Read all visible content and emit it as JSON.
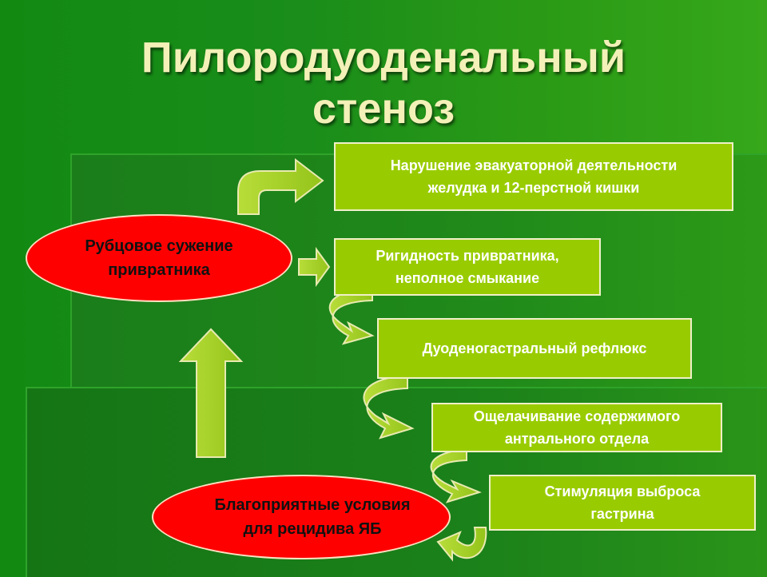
{
  "slide": {
    "title_line1": "Пилородуоденальный",
    "title_line2": "стеноз"
  },
  "colors": {
    "background": "#1a8d1a",
    "box_fill": "#99cc00",
    "ellipse_fill": "#ff0000",
    "title_text": "#f3f0b8"
  },
  "nodes": {
    "cause": {
      "line1": "Рубцовое сужение",
      "line2": "привратника"
    },
    "conditions": {
      "line1": "Благоприятные условия",
      "line2": "для рецидива ЯБ"
    },
    "evacuation": {
      "line1": "Нарушение эвакуаторной деятельности",
      "line2": "желудка и 12-перстной кишки"
    },
    "rigidity": {
      "line1": "Ригидность привратника,",
      "line2": "неполное смыкание"
    },
    "reflux": {
      "line1": "Дуоденогастральный рефлюкс"
    },
    "alkalization": {
      "line1": "Ощелачивание содержимого",
      "line2": "антрального отдела"
    },
    "gastrin": {
      "line1": "Стимуляция выброса",
      "line2": "гастрина"
    }
  }
}
